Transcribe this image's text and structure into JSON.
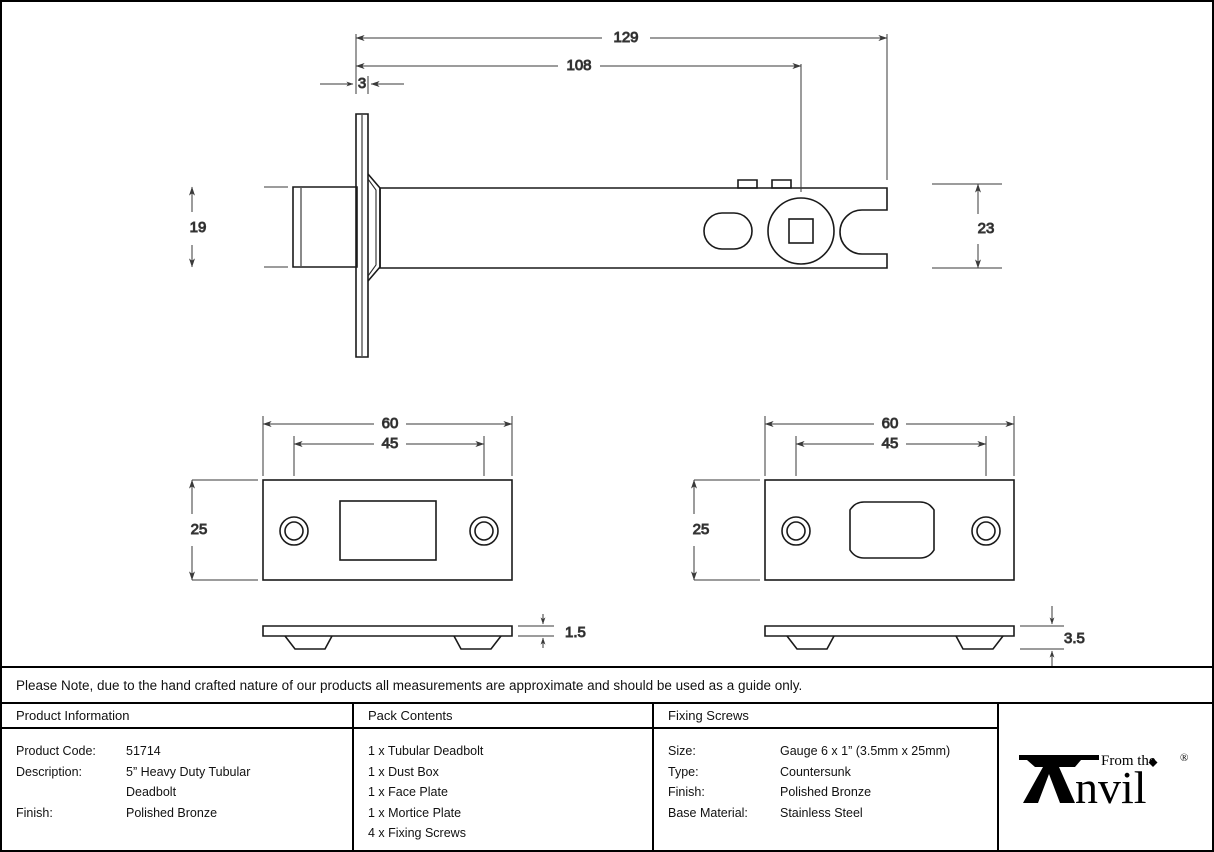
{
  "sheet": {
    "note": "Please Note, due to the hand crafted nature of our products all measurements are approximate and should be used as a guide only."
  },
  "drawing": {
    "title": "5” Heavy Duty Tubular Deadbolt technical drawing",
    "dimensions": {
      "overall_length": "129",
      "backset_length": "108",
      "faceplate_thickness": "3",
      "bolt_height": "19",
      "case_height": "23",
      "plate_width_left": "60",
      "plate_hole_centres_left": "45",
      "plate_height_left": "25",
      "plate_thickness_left": "1.5",
      "plate_width_right": "60",
      "plate_hole_centres_right": "45",
      "plate_height_right": "25",
      "plate_thickness_right": "3.5"
    },
    "units": "mm"
  },
  "table": {
    "columns": [
      {
        "header": "Product Information",
        "rows": [
          {
            "label": "Product Code:",
            "value": "51714"
          },
          {
            "label": "Description:",
            "value": "5” Heavy Duty Tubular"
          },
          {
            "label": "",
            "value": "Deadbolt"
          },
          {
            "label": "Finish:",
            "value": "Polished Bronze"
          }
        ]
      },
      {
        "header": "Pack Contents",
        "items": [
          "1 x Tubular Deadbolt",
          "1 x Dust Box",
          "1 x Face Plate",
          "1 x Mortice Plate",
          "4 x Fixing Screws"
        ]
      },
      {
        "header": "Fixing Screws",
        "rows": [
          {
            "label": "Size:",
            "value": "Gauge 6 x 1” (3.5mm x 25mm)"
          },
          {
            "label": "Type:",
            "value": "Countersunk"
          },
          {
            "label": "Finish:",
            "value": "Polished Bronze"
          },
          {
            "label": "Base Material:",
            "value": "Stainless Steel"
          }
        ]
      }
    ]
  },
  "logo": {
    "line_top": "From the",
    "line_main": "Anvil",
    "registered": "®",
    "name": "from-the-anvil-logo"
  },
  "colors": {
    "line": "#1a1a1a",
    "dimension": "#3a3a3a",
    "border": "#000000",
    "background": "#ffffff"
  }
}
